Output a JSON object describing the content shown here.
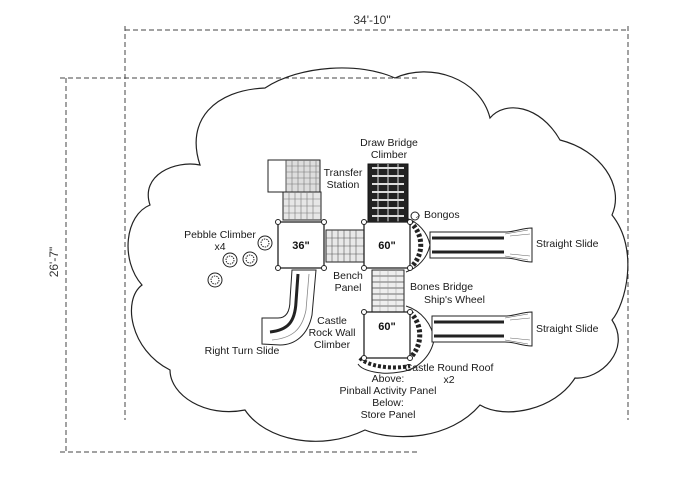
{
  "dimensions": {
    "width": "34'-10\"",
    "height": "26'-7\""
  },
  "platforms": {
    "deck_small": "36\"",
    "deck_top": "60\"",
    "deck_bottom": "60\""
  },
  "labels": {
    "draw_bridge": [
      "Draw Bridge",
      "Climber"
    ],
    "transfer_station": [
      "Transfer",
      "Station"
    ],
    "bongos": "Bongos",
    "pebble_climber": [
      "Pebble Climber",
      "x4"
    ],
    "straight_slide_top": "Straight Slide",
    "straight_slide_bottom": "Straight Slide",
    "bench_panel": [
      "Bench",
      "Panel"
    ],
    "bones_bridge": "Bones Bridge",
    "ships_wheel": "Ship's Wheel",
    "castle_rock_wall": [
      "Castle",
      "Rock Wall",
      "Climber"
    ],
    "right_turn_slide": "Right Turn Slide",
    "castle_round_roof": [
      "Castle Round Roof",
      "x2"
    ],
    "panels": [
      "Above:",
      "Pinball Activity Panel",
      "Below:",
      "Store Panel"
    ]
  }
}
